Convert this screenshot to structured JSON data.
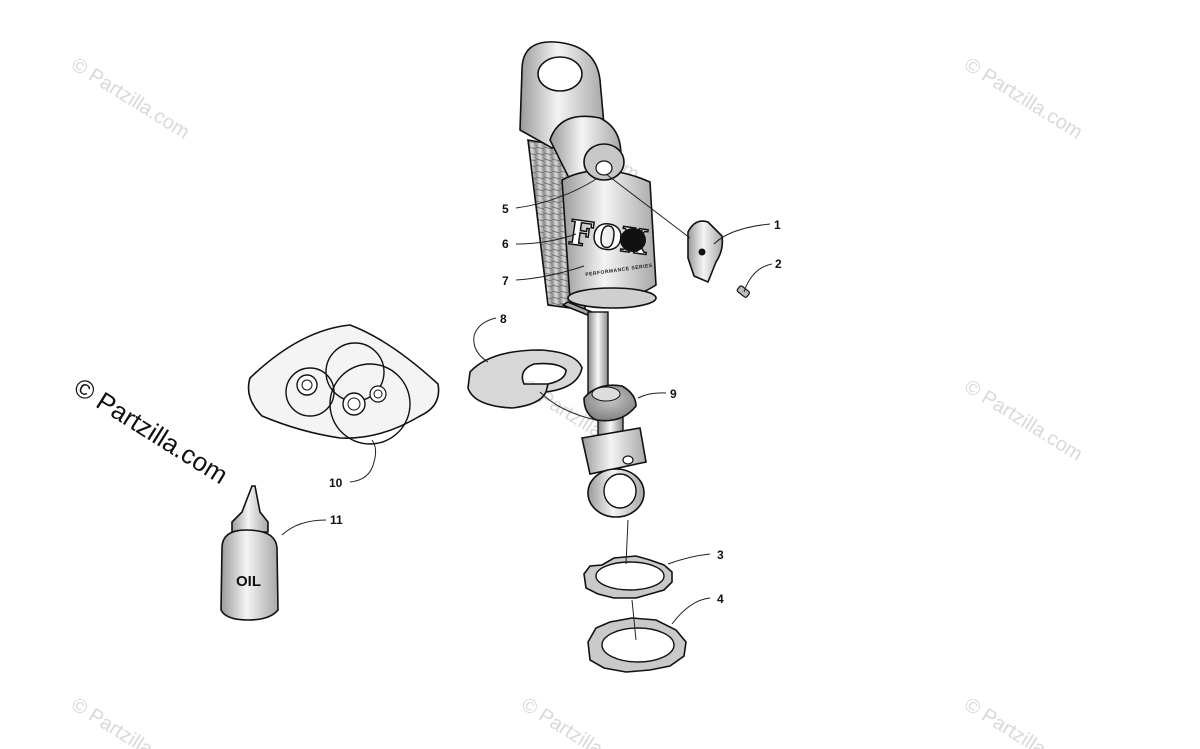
{
  "watermark": {
    "text": "© Partzilla.com",
    "main_text": "© Partzilla.com"
  },
  "callouts": [
    {
      "number": "1"
    },
    {
      "number": "2"
    },
    {
      "number": "3"
    },
    {
      "number": "4"
    },
    {
      "number": "5"
    },
    {
      "number": "6"
    },
    {
      "number": "7"
    },
    {
      "number": "8"
    },
    {
      "number": "9"
    },
    {
      "number": "10"
    },
    {
      "number": "11"
    }
  ],
  "labels": {
    "oil": "OIL",
    "brand": "FOX",
    "brand_subtitle": "PERFORMANCE SERIES"
  }
}
